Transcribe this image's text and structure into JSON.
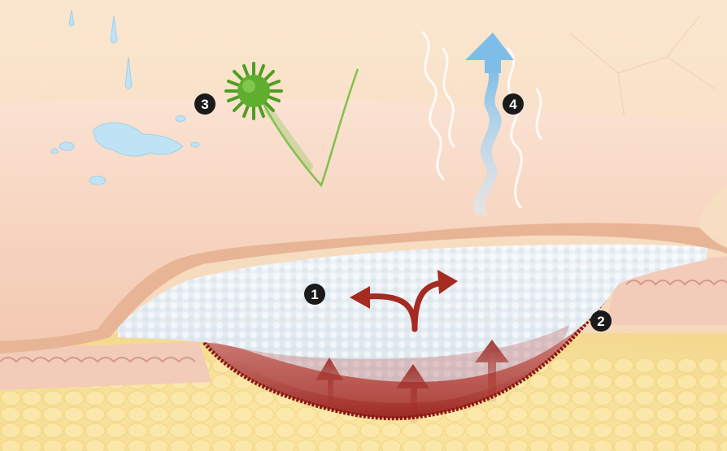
{
  "colors": {
    "background": "#f7dcc0",
    "film": "#f6d2bd",
    "film_edge": "#e5ad8f",
    "foam": "#e9eff4",
    "wound": "#9b1f1a",
    "tissue": "#f6e3a6",
    "arrow_red": "#a42a22",
    "bacterium": "#5fae2f",
    "water": "#b8dff3",
    "vapor_arrow": "#8fc7ea",
    "marker": "#1a1a1a"
  },
  "markers": [
    {
      "label": "1",
      "meaning": "absorbent-foam"
    },
    {
      "label": "2",
      "meaning": "wound-bed"
    },
    {
      "label": "3",
      "meaning": "bacteria-barrier"
    },
    {
      "label": "4",
      "meaning": "vapor-permeable"
    }
  ],
  "icons": [
    "water-droplet-icon",
    "bacterium-icon",
    "vapor-arrow-icon",
    "exudate-arrow-icon"
  ]
}
